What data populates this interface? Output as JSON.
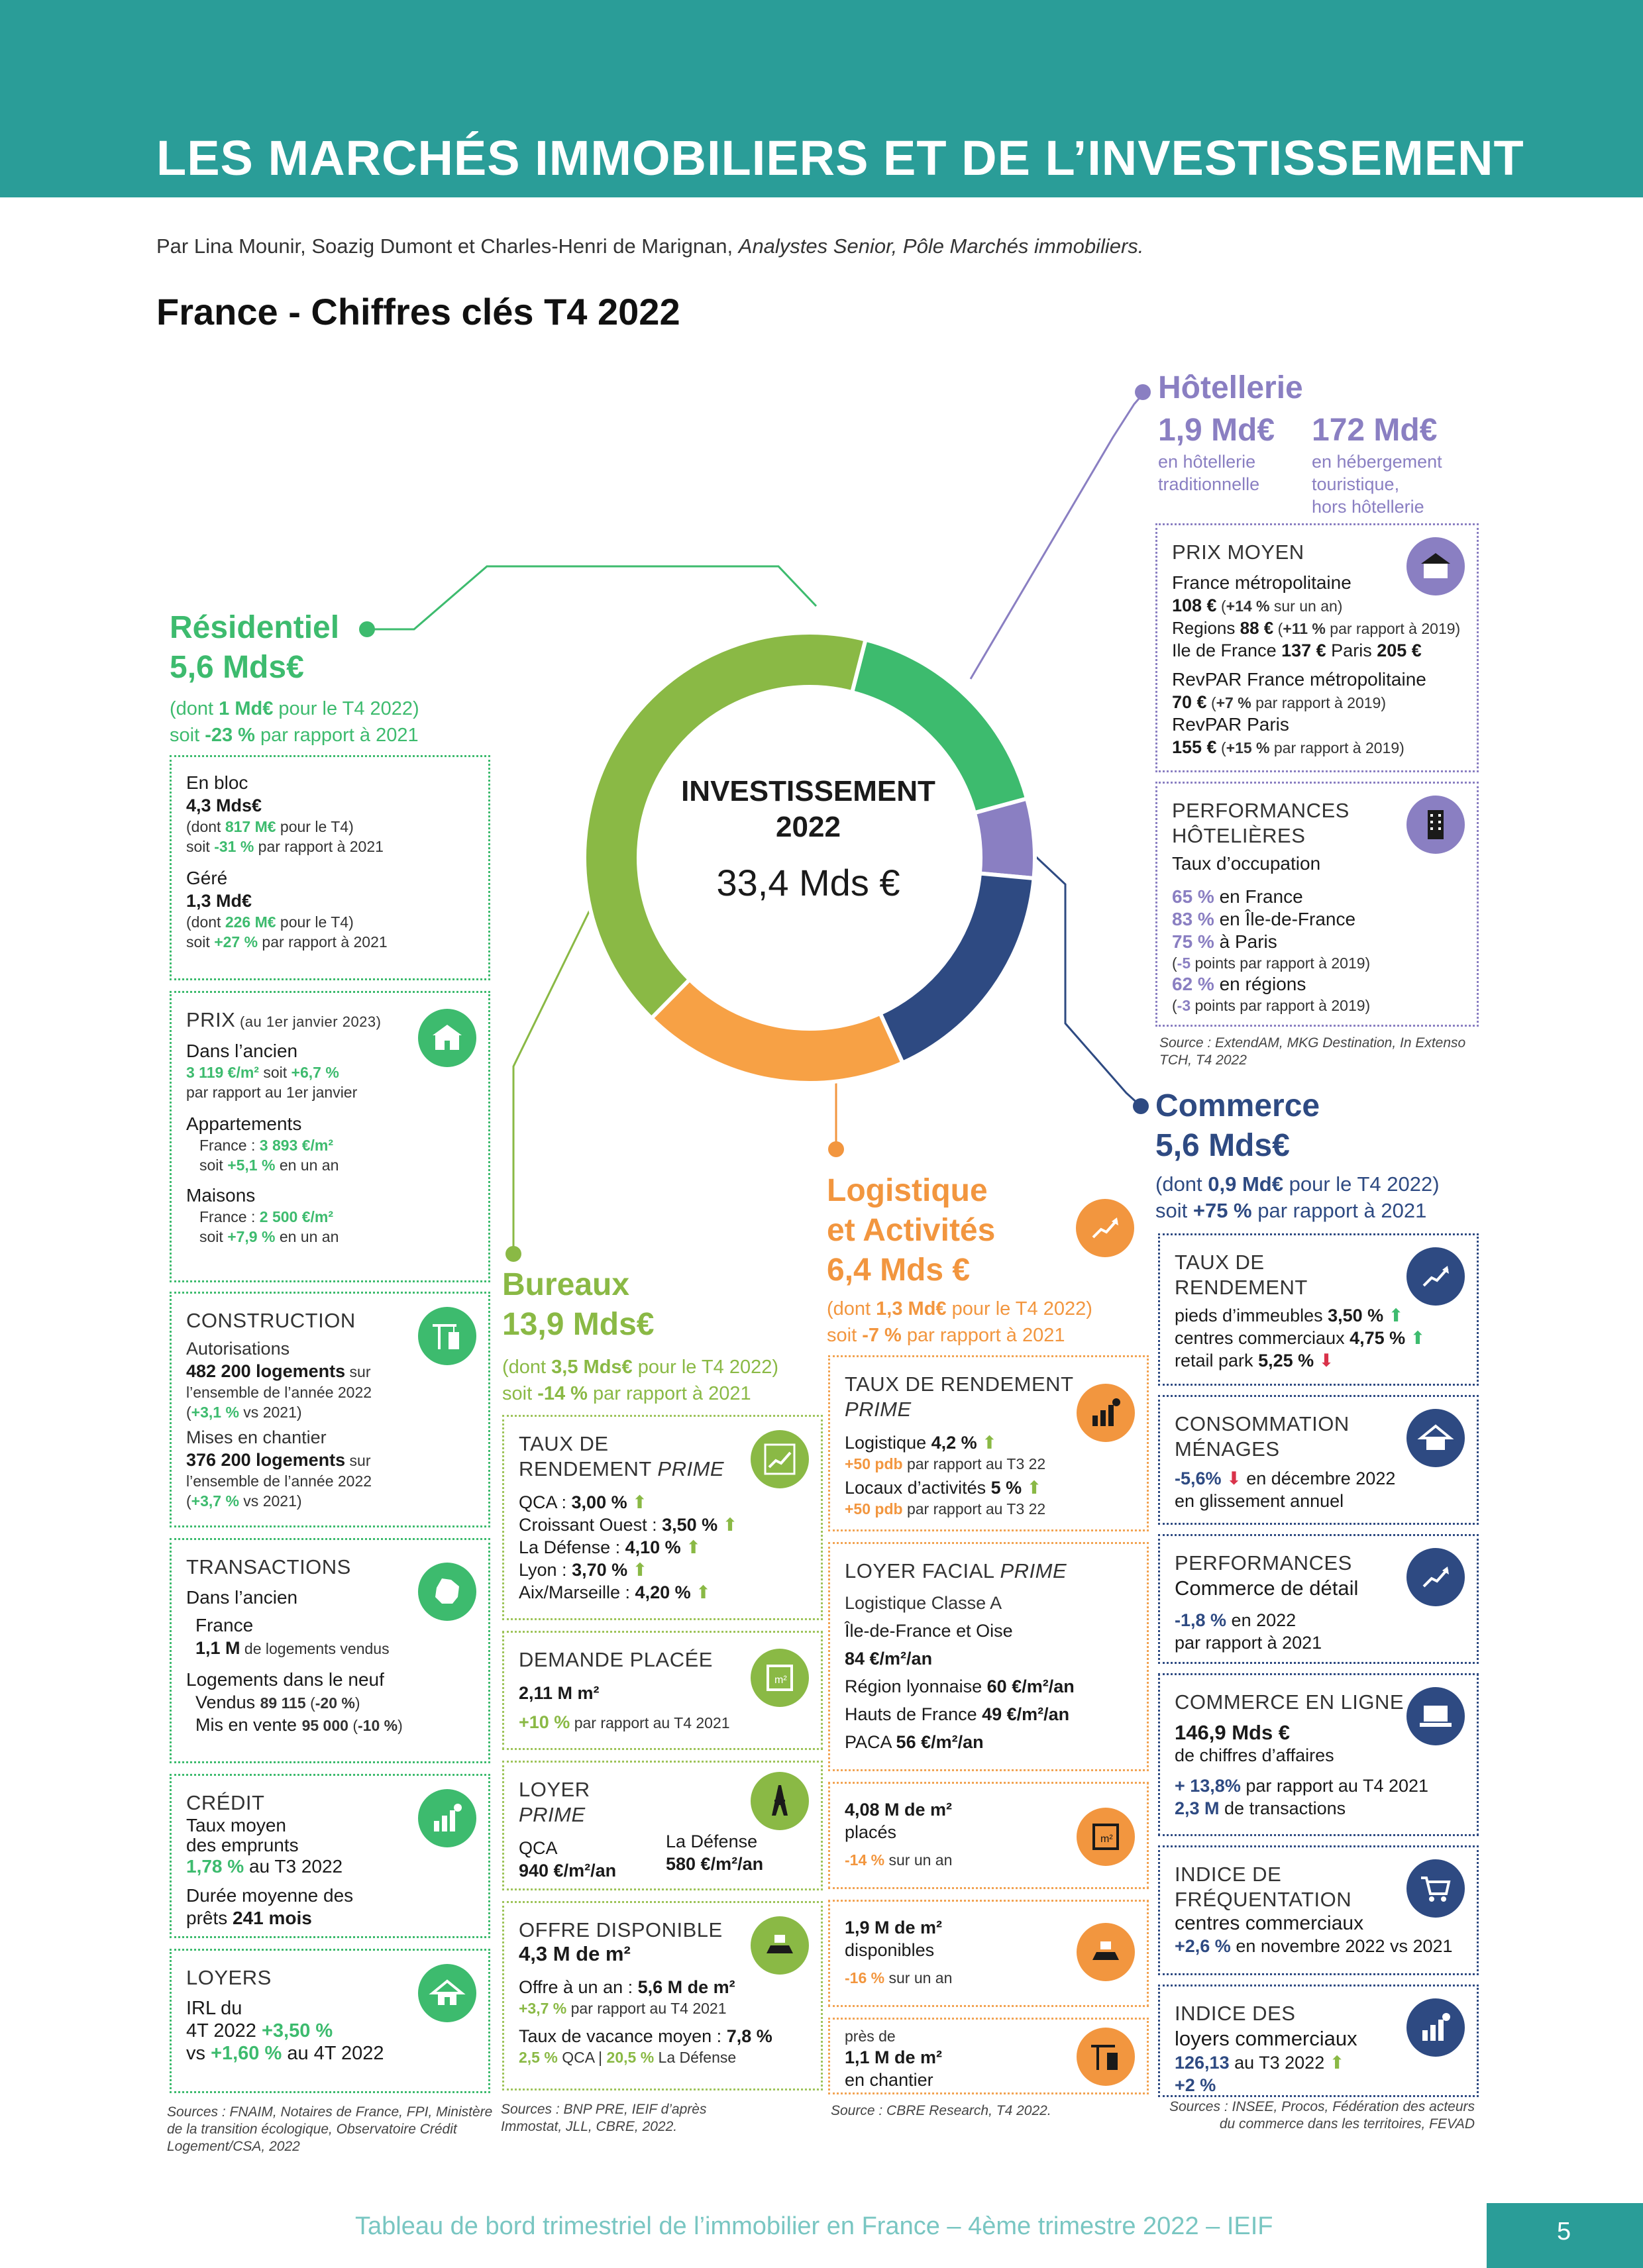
{
  "header": {
    "title": "LES MARCHÉS IMMOBILIERS ET DE L’INVESTISSEMENT"
  },
  "authors": {
    "names": "Par Lina Mounir, Soazig Dumont et Charles-Henri de Marignan, ",
    "role": "Analystes Senior, Pôle Marchés immobiliers."
  },
  "subtitle": "France - Chiffres clés T4 2022",
  "donut": {
    "title_line1": "INVESTISSEMENT",
    "title_line2": "2022",
    "total": "33,4 Mds €",
    "segments": [
      {
        "name": "Résidentiel",
        "value": 5.6,
        "color": "#3dbb6e"
      },
      {
        "name": "Hôtellerie",
        "value": 1.9,
        "color": "#8a7fc2"
      },
      {
        "name": "Commerce",
        "value": 5.6,
        "color": "#2e4a82"
      },
      {
        "name": "Logistique et Activités",
        "value": 6.4,
        "color": "#f7a145"
      },
      {
        "name": "Bureaux",
        "value": 13.9,
        "color": "#8ab945"
      }
    ]
  },
  "residentiel": {
    "title": "Résidentiel",
    "amount": "5,6 Mds€",
    "sub1a": "(dont ",
    "sub1b": "1 Md€",
    "sub1c": " pour le T4 2022)",
    "sub2a": "soit ",
    "sub2b": "-23 %",
    "sub2c": " par rapport à 2021",
    "bloc": {
      "label": "En bloc",
      "amount": "4,3 Mds€",
      "d1": "(dont ",
      "d2": "817 M€",
      "d3": " pour le T4)",
      "s1": "soit ",
      "s2": "-31 %",
      "s3": " par rapport à 2021"
    },
    "gere": {
      "label": "Géré",
      "amount": "1,3 Md€",
      "d1": "(dont ",
      "d2": "226 M€",
      "d3": " pour le T4)",
      "s1": "soit ",
      "s2": "+27 %",
      "s3": " par rapport à 2021"
    },
    "prix": {
      "title": "PRIX",
      "title_small": " (au 1er janvier 2023)",
      "ancien": "Dans l’ancien",
      "ancien_v1": "3 119 €/m²",
      "ancien_v2": " soit ",
      "ancien_v3": "+6,7 %",
      "ancien_v4": "par rapport au 1er janvier",
      "app": "Appartements",
      "app_v1": "France : ",
      "app_v2": "3 893 €/m²",
      "app_v3": "soit  ",
      "app_v4": "+5,1 %",
      "app_v5": " en un an",
      "mai": "Maisons",
      "mai_v1": "France : ",
      "mai_v2": "2 500 €/m²",
      "mai_v3": "soit  ",
      "mai_v4": "+7,9 %",
      "mai_v5": " en un an"
    },
    "construction": {
      "title": "CONSTRUCTION",
      "aut": "Autorisations",
      "aut_v": "482 200 logements",
      "aut_s": " sur",
      "aut_s2": "l’ensemble de l’année 2022",
      "aut_p1": "(",
      "aut_p2": "+3,1 %",
      "aut_p3": " vs 2021)",
      "mis": "Mises en chantier",
      "mis_v": "376 200 logements",
      "mis_s": " sur",
      "mis_s2": "l’ensemble de l’année 2022",
      "mis_p1": "(",
      "mis_p2": "+3,7 %",
      "mis_p3": " vs 2021)"
    },
    "transactions": {
      "title": "TRANSACTIONS",
      "ancien": "Dans l’ancien",
      "fr": "France",
      "fr_v": "1,1 M",
      "fr_s": " de logements vendus",
      "neuf": "Logements dans le neuf",
      "v1": "Vendus ",
      "v2": "89 115",
      "v3": " (",
      "v4": "-20 %",
      "v5": ")",
      "m1": "Mis en vente ",
      "m2": "95 000",
      "m3": " (",
      "m4": "-10 %",
      "m5": ")"
    },
    "credit": {
      "title": "CRÉDIT",
      "t1": "Taux moyen",
      "t2": "des emprunts",
      "t3": "1,78 %",
      "t4": " au T3 2022",
      "d1": "Durée moyenne des",
      "d2": "prêts ",
      "d3": "241 mois"
    },
    "loyers": {
      "title": "LOYERS",
      "l1": "IRL du",
      "l2": "4T 2022 ",
      "l3": "+3,50 %",
      "l4": "vs ",
      "l5": "+1,60 %",
      "l6": " au 4T 2022"
    },
    "source": "Sources : FNAIM, Notaires de France, FPI, Ministère de la transition écologique, Observatoire Crédit Logement/CSA, 2022"
  },
  "bureaux": {
    "title": "Bureaux",
    "amount": "13,9 Mds€",
    "sub1a": "(dont ",
    "sub1b": "3,5 Mds€",
    "sub1c": " pour le T4 2022)",
    "sub2a": "soit ",
    "sub2b": "-14 %",
    "sub2c": " par rapport à 2021",
    "taux": {
      "title1": "TAUX DE",
      "title2": "RENDEMENT ",
      "title3": "PRIME",
      "r1a": "QCA : ",
      "r1b": "3,00 %",
      "r2a": "Croissant Ouest : ",
      "r2b": "3,50 %",
      "r3a": "La Défense : ",
      "r3b": "4,10 %",
      "r4a": "Lyon : ",
      "r4b": "3,70 %",
      "r5a": "Aix/Marseille : ",
      "r5b": "4,20 %"
    },
    "demande": {
      "title": "DEMANDE PLACÉE",
      "v": "2,11 M m²",
      "p1": "+10 %",
      "p2": " par rapport au T4 2021"
    },
    "loyer": {
      "title1": "LOYER",
      "title2": "PRIME",
      "q": "QCA",
      "qv": "940 €/m²/an",
      "d": "La Défense",
      "dv": "580 €/m²/an"
    },
    "offre": {
      "title": "OFFRE DISPONIBLE",
      "v": "4,3 M de m²",
      "a1": "Offre à un an : ",
      "a2": "5,6 M de m²",
      "a3": "+3,7 %",
      "a4": " par rapport au T4 2021",
      "t1": "Taux de vacance moyen : ",
      "t2": "7,8 %",
      "t3": "2,5 %",
      "t4": " QCA | ",
      "t5": "20,5 %",
      "t6": " La Défense"
    },
    "source": "Sources : BNP PRE, IEIF d’après Immostat, JLL, CBRE, 2022."
  },
  "logistique": {
    "title1": "Logistique",
    "title2": "et Activités",
    "amount": "6,4 Mds €",
    "sub1a": "(dont ",
    "sub1b": "1,3 Md€",
    "sub1c": " pour le T4 2022)",
    "sub2a": "soit ",
    "sub2b": "-7 %",
    "sub2c": " par rapport à 2021",
    "taux": {
      "title1": "TAUX DE RENDEMENT",
      "title2": "PRIME",
      "l1": "Logistique ",
      "l2": "4,2 %",
      "l3": "+50 pdb",
      "l4": " par rapport au T3 22",
      "a1": "Locaux d’activités ",
      "a2": "5 %",
      "a3": "+50 pdb",
      "a4": " par rapport au T3 22"
    },
    "loyer": {
      "title1": "LOYER FACIAL ",
      "title2": "PRIME",
      "c": "Logistique Classe A",
      "idf": "Île-de-France et Oise",
      "idf_v": "84 €/m²/an",
      "ly": "Région lyonnaise  ",
      "ly_v": "60 €/m²/an",
      "hf": "Hauts de France  ",
      "hf_v": "49 €/m²/an",
      "pa": "PACA  ",
      "pa_v": "56 €/m²/an"
    },
    "places": {
      "v": "4,08 M de m²",
      "l": "placés",
      "p1": "-14 %",
      "p2": " sur un an"
    },
    "dispo": {
      "v": "1,9 M de m²",
      "l": "disponibles",
      "p1": "-16 %",
      "p2": " sur un an"
    },
    "chantier": {
      "l1": "près de",
      "v": "1,1 M de m²",
      "l2": "en chantier"
    },
    "source": "Source : CBRE Research, T4 2022."
  },
  "hotellerie": {
    "title": "Hôtellerie",
    "a1": "1,9 Md€",
    "a1s1": "en hôtellerie",
    "a1s2": "traditionnelle",
    "a2": "172 Md€",
    "a2s1": "en hébergement",
    "a2s2": "touristique,",
    "a2s3": "hors hôtellerie",
    "prix": {
      "title": "PRIX MOYEN",
      "fm": "France métropolitaine",
      "fm_v": "108 €",
      "fm_p1": " (",
      "fm_p2": "+14 %",
      "fm_p3": " sur un an)",
      "reg1": "Regions ",
      "reg2": "88 €",
      "reg3": " (",
      "reg4": "+11 %",
      "reg5": " par rapport à 2019)",
      "idf1": "Ile de France ",
      "idf2": "137 €",
      "idf3": "    Paris ",
      "idf4": "205 €",
      "rev1": "RevPAR France métropolitaine",
      "rev1_v": "70 €",
      "rev1_p1": " (",
      "rev1_p2": "+7 %",
      "rev1_p3": " par rapport à 2019)",
      "rev2": "RevPAR Paris",
      "rev2_v": "155 €",
      "rev2_p1": " (",
      "rev2_p2": "+15 %",
      "rev2_p3": " par rapport à 2019)"
    },
    "perf": {
      "title1": "PERFORMANCES",
      "title2": "HÔTELIÈRES",
      "t": "Taux d’occupation",
      "o1a": "65 %",
      "o1b": " en France",
      "o2a": "83 %",
      "o2b": " en Île-de-France",
      "o3a": "75 %",
      "o3b": " à Paris",
      "o3c1": "(",
      "o3c2": "-5",
      "o3c3": " points par rapport à 2019)",
      "o4a": "62 %",
      "o4b": " en régions",
      "o4c1": "(",
      "o4c2": "-3",
      "o4c3": " points par rapport à 2019)"
    },
    "source": "Source : ExtendAM, MKG Destination, In Extenso TCH, T4 2022"
  },
  "commerce": {
    "title": "Commerce",
    "amount": "5,6 Mds€",
    "sub1a": "(dont ",
    "sub1b": "0,9 Md€",
    "sub1c": " pour le T4 2022)",
    "sub2a": "soit ",
    "sub2b": "+75 %",
    "sub2c": " par rapport à 2021",
    "taux": {
      "title1": "TAUX DE",
      "title2": "RENDEMENT",
      "p1": "pieds d’immeubles ",
      "p2": "3,50 %",
      "c1": "centres commerciaux ",
      "c2": "4,75 %",
      "r1": "retail park ",
      "r2": "5,25 %"
    },
    "conso": {
      "title1": "CONSOMMATION",
      "title2": "MÉNAGES",
      "v": "-5,6%",
      "s1": " en décembre 2022",
      "s2": "en glissement annuel"
    },
    "perf": {
      "title": "PERFORMANCES",
      "sub": "Commerce de détail",
      "v": "-1,8 %",
      "s1": "  en 2022",
      "s2": "par rapport à 2021"
    },
    "enligne": {
      "title": "COMMERCE EN LIGNE",
      "v": "146,9 Mds €",
      "s": "de chiffres d’affaires",
      "p1": "+ 13,8%",
      "p2": " par rapport au T4 2021",
      "t1": "2,3 M",
      "t2": " de transactions"
    },
    "freq": {
      "title1": "INDICE DE",
      "title2": "FRÉQUENTATION",
      "s": "centres commerciaux",
      "p1": "+2,6 %",
      "p2": " en novembre 2022 vs 2021"
    },
    "indice": {
      "title": "INDICE DES",
      "s": "loyers commerciaux",
      "v1": "126,13",
      "v2": " au T3 2022 ",
      "v3": "+2 %"
    },
    "source": "Sources : INSEE, Procos, Fédération des acteurs du commerce dans les territoires, FEVAD"
  },
  "footer": {
    "text": "Tableau de bord trimestriel de l’immobilier en France – 4ème trimestre 2022  – IEIF",
    "page": "5"
  }
}
